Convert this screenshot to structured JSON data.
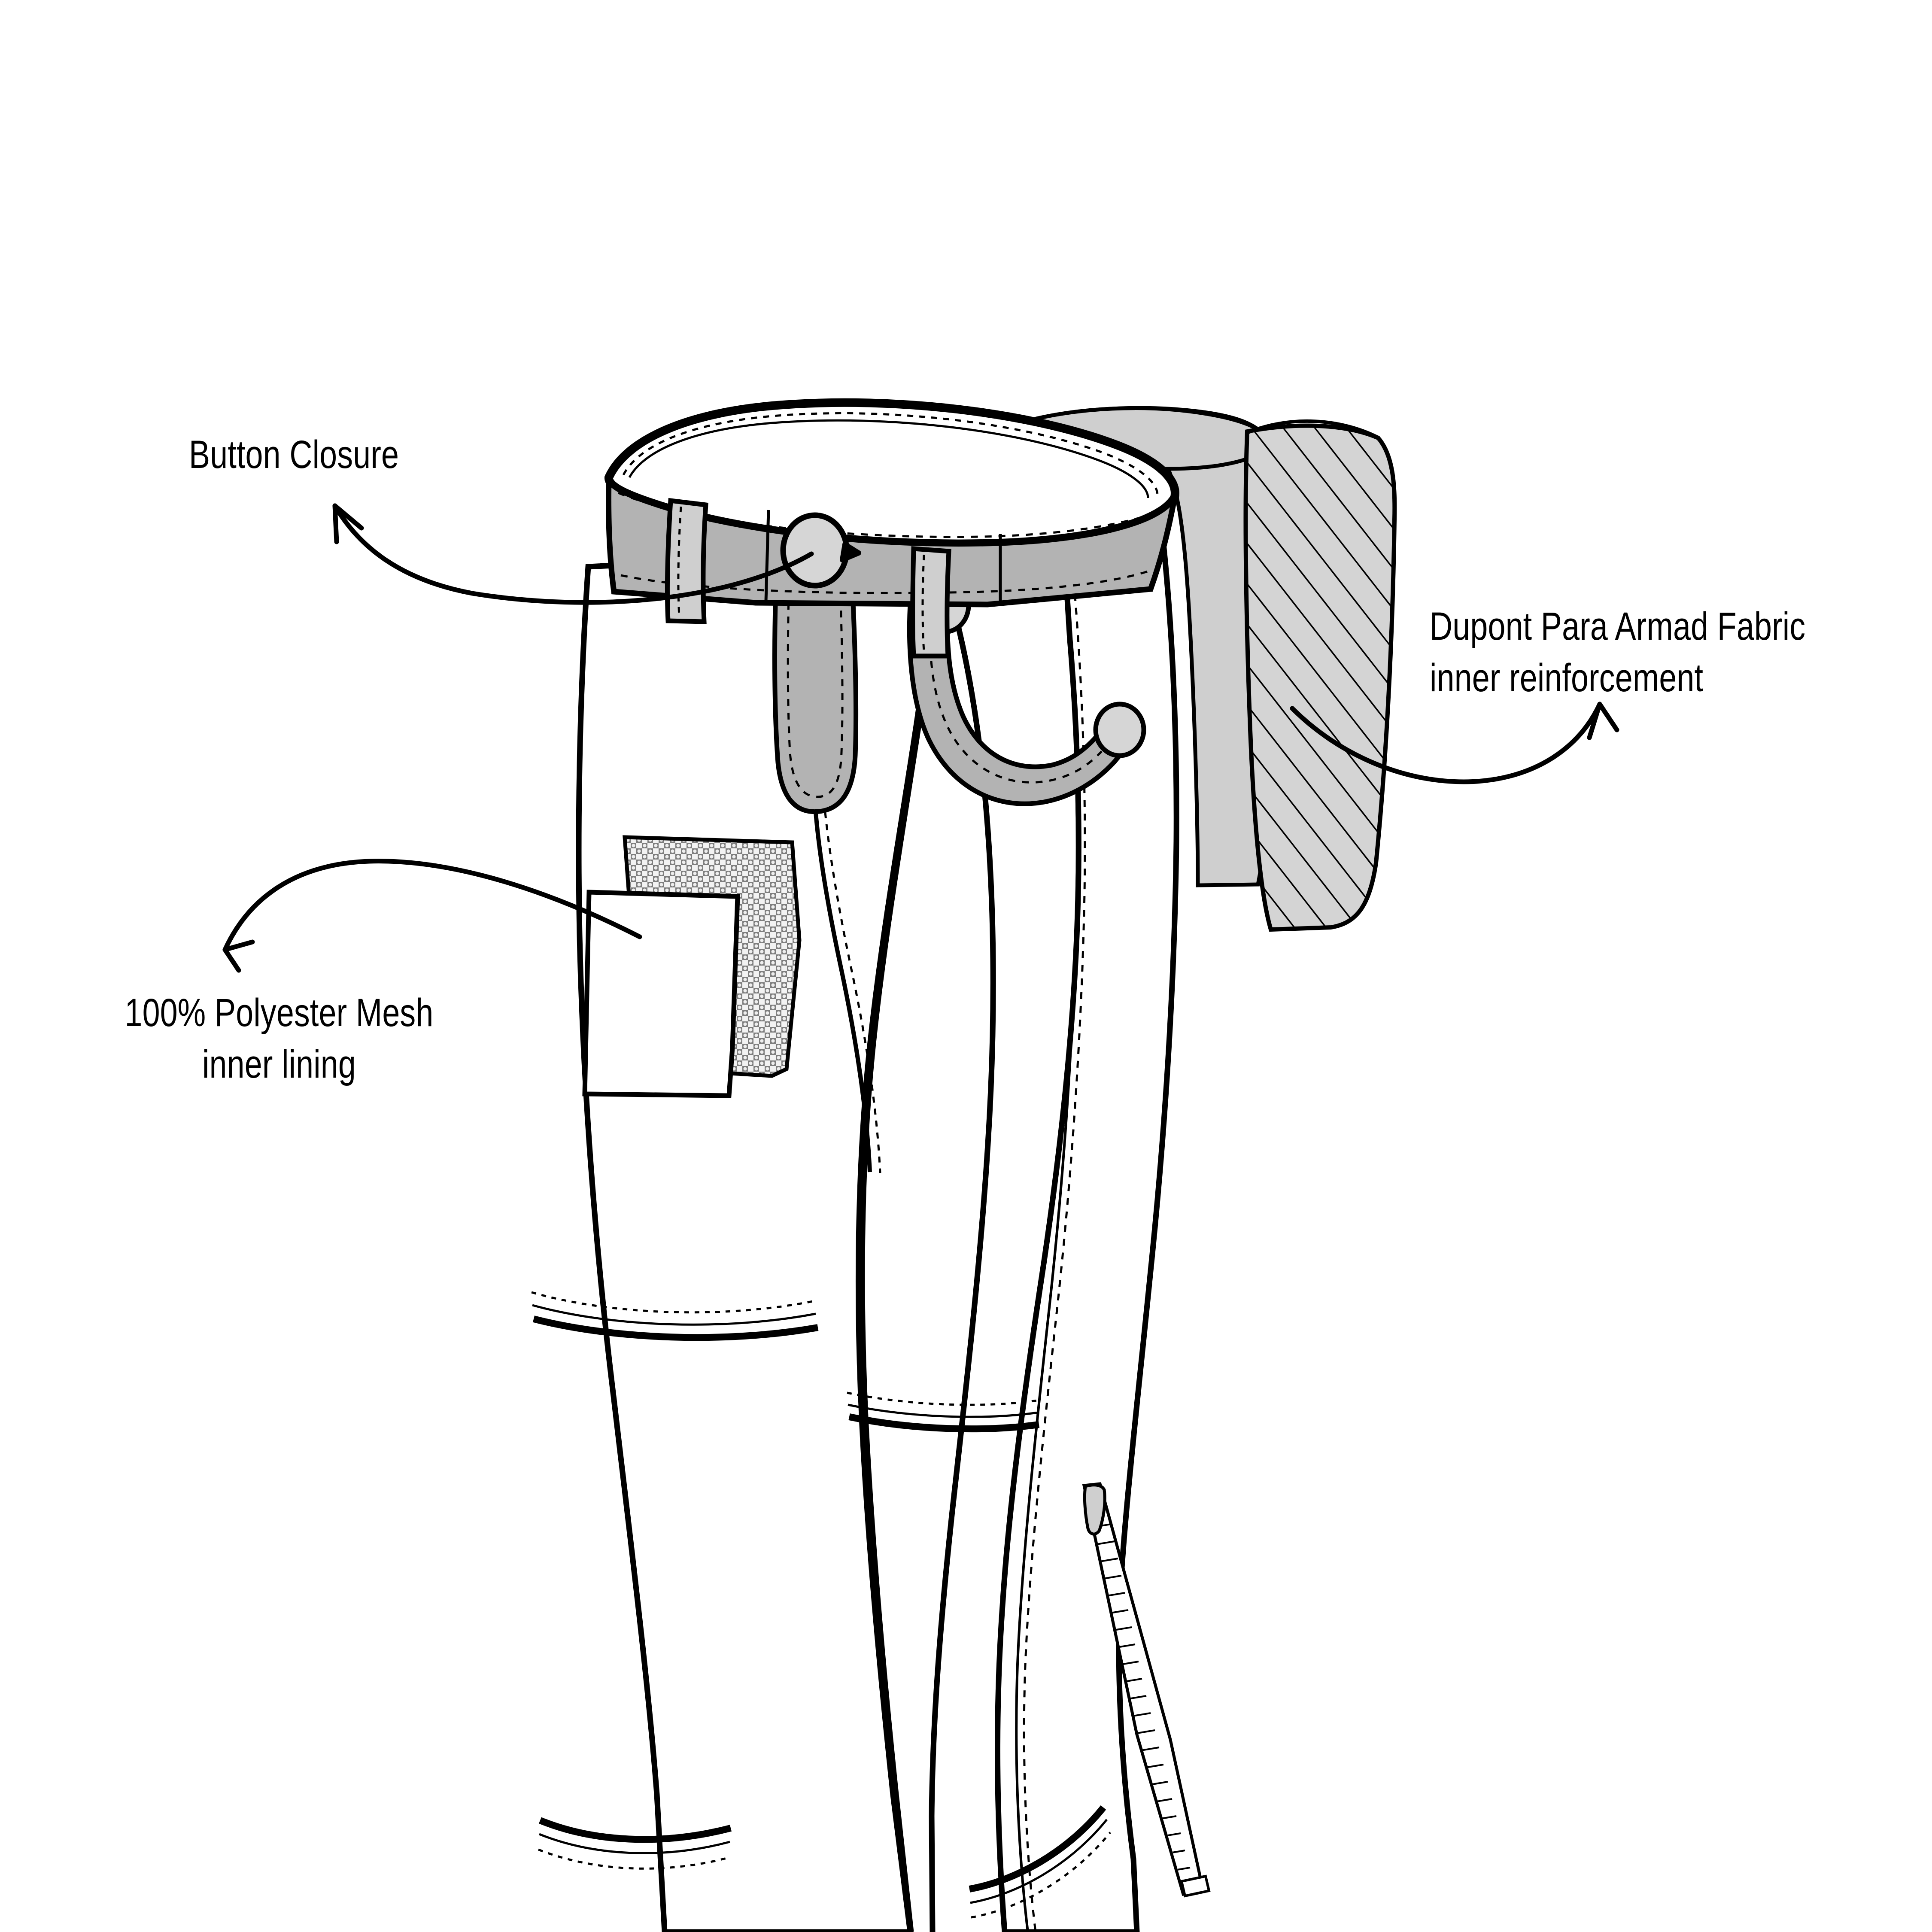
{
  "illustration": {
    "title": "Technical apparel flat sketch - trousers",
    "view": "three-quarter side view",
    "background_color": "#ffffff",
    "line_color": "#000000",
    "fill_white": "#ffffff",
    "fill_gray_mid": "#b3b3b3",
    "fill_gray_light": "#cfcfcf",
    "fill_gray_panel": "#d4d4d4",
    "fill_button": "#d6d6d6",
    "mesh_pattern_color": "#6a6a6a"
  },
  "callouts": [
    {
      "id": "button-closure",
      "text": "Button Closure",
      "align": "left",
      "points_to": "waistband-button"
    },
    {
      "id": "dupont-fabric",
      "text": "Dupont Para Armad Fabric\ninner reinforcement",
      "align": "left",
      "points_to": "hatched-reinforcement-panel"
    },
    {
      "id": "polyester-mesh",
      "text": "100% Polyester Mesh\ninner lining",
      "align": "center",
      "points_to": "mesh-swatch"
    }
  ],
  "garment_parts": [
    {
      "name": "waistband",
      "fill": "#b3b3b3",
      "detail": "contoured band with dashed topstitch, two belt loops"
    },
    {
      "name": "belt-loop-left",
      "fill": "#cfcfcf",
      "detail": "vertical loop with dashed stitch"
    },
    {
      "name": "belt-loop-right",
      "fill": "#cfcfcf",
      "detail": "vertical loop with dashed stitch"
    },
    {
      "name": "button",
      "fill": "#d6d6d6",
      "detail": "round button with triangular buttonhole tab"
    },
    {
      "name": "fly-placket",
      "fill": "#b3b3b3",
      "detail": "rounded vertical placket with dashed topstitch"
    },
    {
      "name": "pocket-welt",
      "fill": "#b3b3b3",
      "detail": "curved welt trim with two rivets"
    },
    {
      "name": "rivet-upper",
      "fill": "#d6d6d6",
      "detail": "circular rivet"
    },
    {
      "name": "rivet-lower",
      "fill": "#d6d6d6",
      "detail": "circular rivet"
    },
    {
      "name": "reinforcement-panel",
      "fill": "#d4d4d4",
      "detail": "cutaway gray hip block with diagonal hatch overlay"
    },
    {
      "name": "mesh-swatch",
      "fill": "mesh-pattern",
      "detail": "checkered mesh fabric swatch"
    },
    {
      "name": "lining-patch",
      "fill": "#ffffff",
      "detail": "plain white overlay patch"
    },
    {
      "name": "side-zipper",
      "fill": "#ffffff",
      "detail": "zipper tape with teeth and pull tab at lower leg"
    },
    {
      "name": "knee-panel-seam-front",
      "detail": "curved seam with dotted topstitch"
    },
    {
      "name": "knee-panel-seam-back",
      "detail": "curved seam with dotted topstitch"
    },
    {
      "name": "lower-panel-seam-front",
      "detail": "curved seam with dotted topstitch"
    },
    {
      "name": "lower-panel-seam-back",
      "detail": "curved seam with dotted topstitch"
    },
    {
      "name": "front-leg",
      "fill": "#ffffff"
    },
    {
      "name": "back-leg",
      "fill": "#ffffff"
    },
    {
      "name": "side-seam",
      "detail": "long vertical seam with dashed stitch line"
    }
  ]
}
